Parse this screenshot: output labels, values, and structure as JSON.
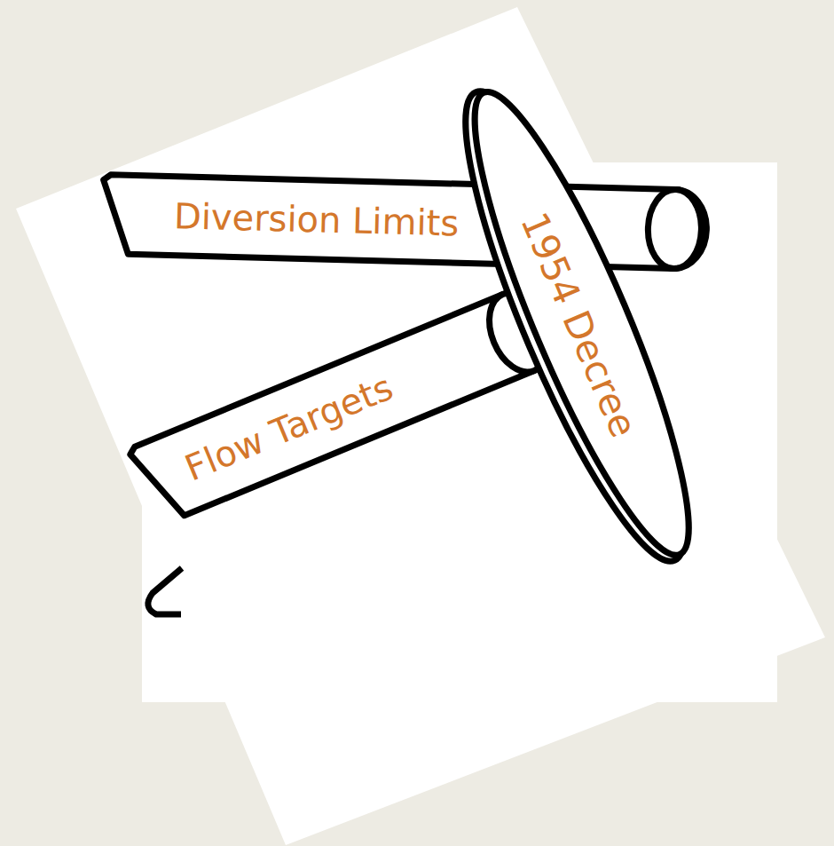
{
  "diagram": {
    "nodes": [
      {
        "text": [
          "Diversion Limits"
        ]
      },
      {
        "text": [
          "Flow Targets"
        ]
      },
      {
        "text": [
          "1954 Decree"
        ]
      }
    ]
  }
}
